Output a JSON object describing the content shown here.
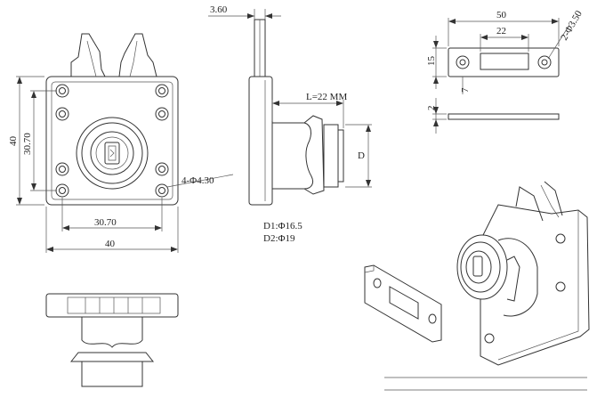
{
  "front_view": {
    "height_outer": "40",
    "height_holes": "30.70",
    "width_holes": "30.70",
    "width_outer": "40",
    "hole_callout": "4-Φ4.30"
  },
  "side_view": {
    "thickness": "3.60",
    "length": "L=22 MM",
    "diameter": "D",
    "d1": "D1:Φ16.5",
    "d2": "D2:Φ19"
  },
  "strike_plate": {
    "width_outer": "50",
    "width_inner": "22",
    "hole_callout": "2-Φ3.50",
    "height": "15",
    "offset": "7",
    "thickness": "2"
  }
}
